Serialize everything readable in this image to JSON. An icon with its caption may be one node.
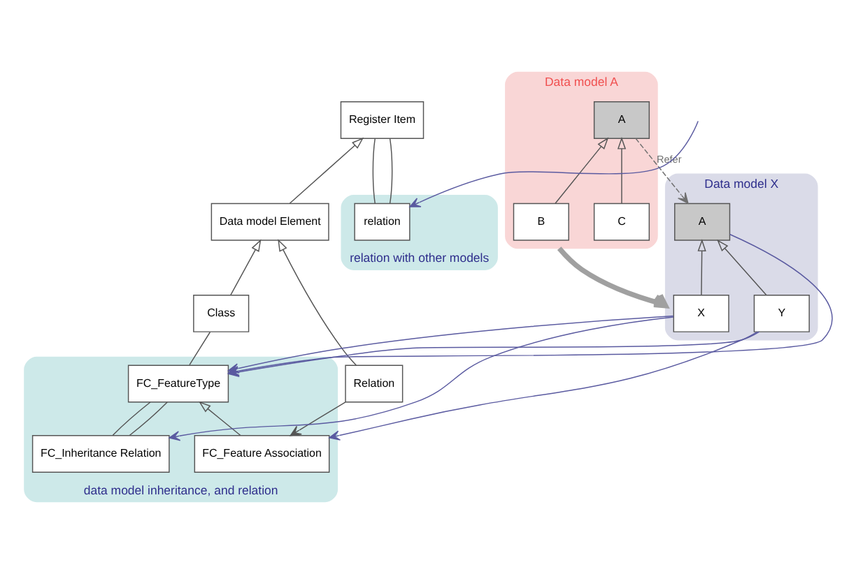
{
  "diagram": {
    "nodes": [
      {
        "text": [
          "Register Item"
        ]
      },
      {
        "text": [
          "Data model Element"
        ]
      },
      {
        "text": [
          "Class"
        ]
      },
      {
        "text": [
          "Relation"
        ]
      },
      {
        "text": [
          "relation with other models"
        ]
      },
      {
        "text": [
          "relation"
        ],
        "in": 4
      },
      {
        "text": [
          "data model inheritance, and relation"
        ]
      },
      {
        "text": [
          "FC_FeatureType"
        ],
        "in": 6
      },
      {
        "text": [
          "FC_Inheritance Relation"
        ],
        "in": 6
      },
      {
        "text": [
          "FC_Feature Association"
        ],
        "in": 6
      },
      {
        "text": [
          "Data model A"
        ]
      },
      {
        "text": [
          "A"
        ],
        "in": 10
      },
      {
        "text": [
          "B"
        ],
        "in": 10
      },
      {
        "text": [
          "C"
        ],
        "in": 10
      },
      {
        "text": [
          "Data model X"
        ]
      },
      {
        "text": [
          "A"
        ],
        "in": 14
      },
      {
        "text": [
          "X"
        ],
        "in": 14
      },
      {
        "text": [
          "Y"
        ],
        "in": 14
      }
    ],
    "edges": [
      {
        "from": 1,
        "to": 0,
        "arrow": "to"
      },
      {
        "from": 2,
        "to": 1,
        "arrow": "to"
      },
      {
        "from": 3,
        "to": 1,
        "arrow": "to"
      },
      {
        "from": 0,
        "to": 5,
        "arrow": "none"
      },
      {
        "from": 0,
        "to": 5,
        "arrow": "none"
      },
      {
        "from": 2,
        "to": 7,
        "arrow": "none"
      },
      {
        "from": 3,
        "to": 9,
        "arrow": "to"
      },
      {
        "from": 9,
        "to": 7,
        "arrow": "to"
      },
      {
        "from": 7,
        "to": 8,
        "arrow": "none"
      },
      {
        "from": 7,
        "to": 8,
        "arrow": "none"
      },
      {
        "from": 12,
        "to": 11,
        "arrow": "to"
      },
      {
        "from": 13,
        "to": 11,
        "arrow": "to"
      },
      {
        "from": 16,
        "to": 15,
        "arrow": "to"
      },
      {
        "from": 17,
        "to": 15,
        "arrow": "to"
      },
      {
        "from": 10,
        "to": 14,
        "arrow": "to",
        "style": "thick",
        "color": "#a0a0a0"
      },
      {
        "from": 11,
        "to": 15,
        "arrow": "to",
        "style": "dashed",
        "color": "#707070",
        "label": "Refer"
      },
      {
        "from": null,
        "to": 5,
        "arrow": "to",
        "color": "#5a5aa0"
      },
      {
        "from": 15,
        "to": 7,
        "arrow": "to",
        "color": "#5a5aa0"
      },
      {
        "from": 16,
        "to": 7,
        "arrow": "to",
        "color": "#5a5aa0"
      },
      {
        "from": 16,
        "to": 8,
        "arrow": "to",
        "color": "#5a5aa0"
      },
      {
        "from": 17,
        "to": 7,
        "arrow": "to",
        "color": "#5a5aa0"
      },
      {
        "from": 17,
        "to": 9,
        "arrow": "to",
        "color": "#5a5aa0"
      }
    ]
  }
}
